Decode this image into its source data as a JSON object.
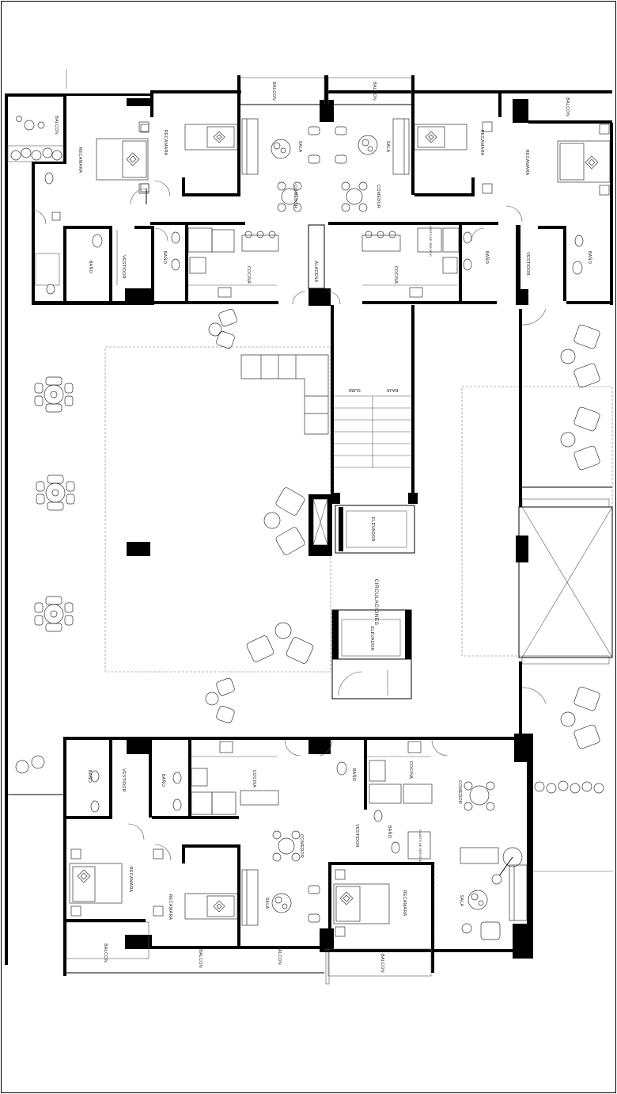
{
  "plan": {
    "labels": {
      "balcon": "BALCON",
      "recamara": "RECAMARA",
      "sala": "SALA",
      "comedor": "COMEDOR",
      "cocina": "COCINA",
      "bano": "BAÑO",
      "vestidor": "VESTIDOR",
      "alacena": "ALACENA",
      "sube": "SUBE",
      "baja": "BAJA",
      "elevador": "ELEVADOR",
      "circulaciones": "CIRCULACIONES",
      "cuarto_servicio": "CUARTO DE SERVICIO"
    }
  }
}
